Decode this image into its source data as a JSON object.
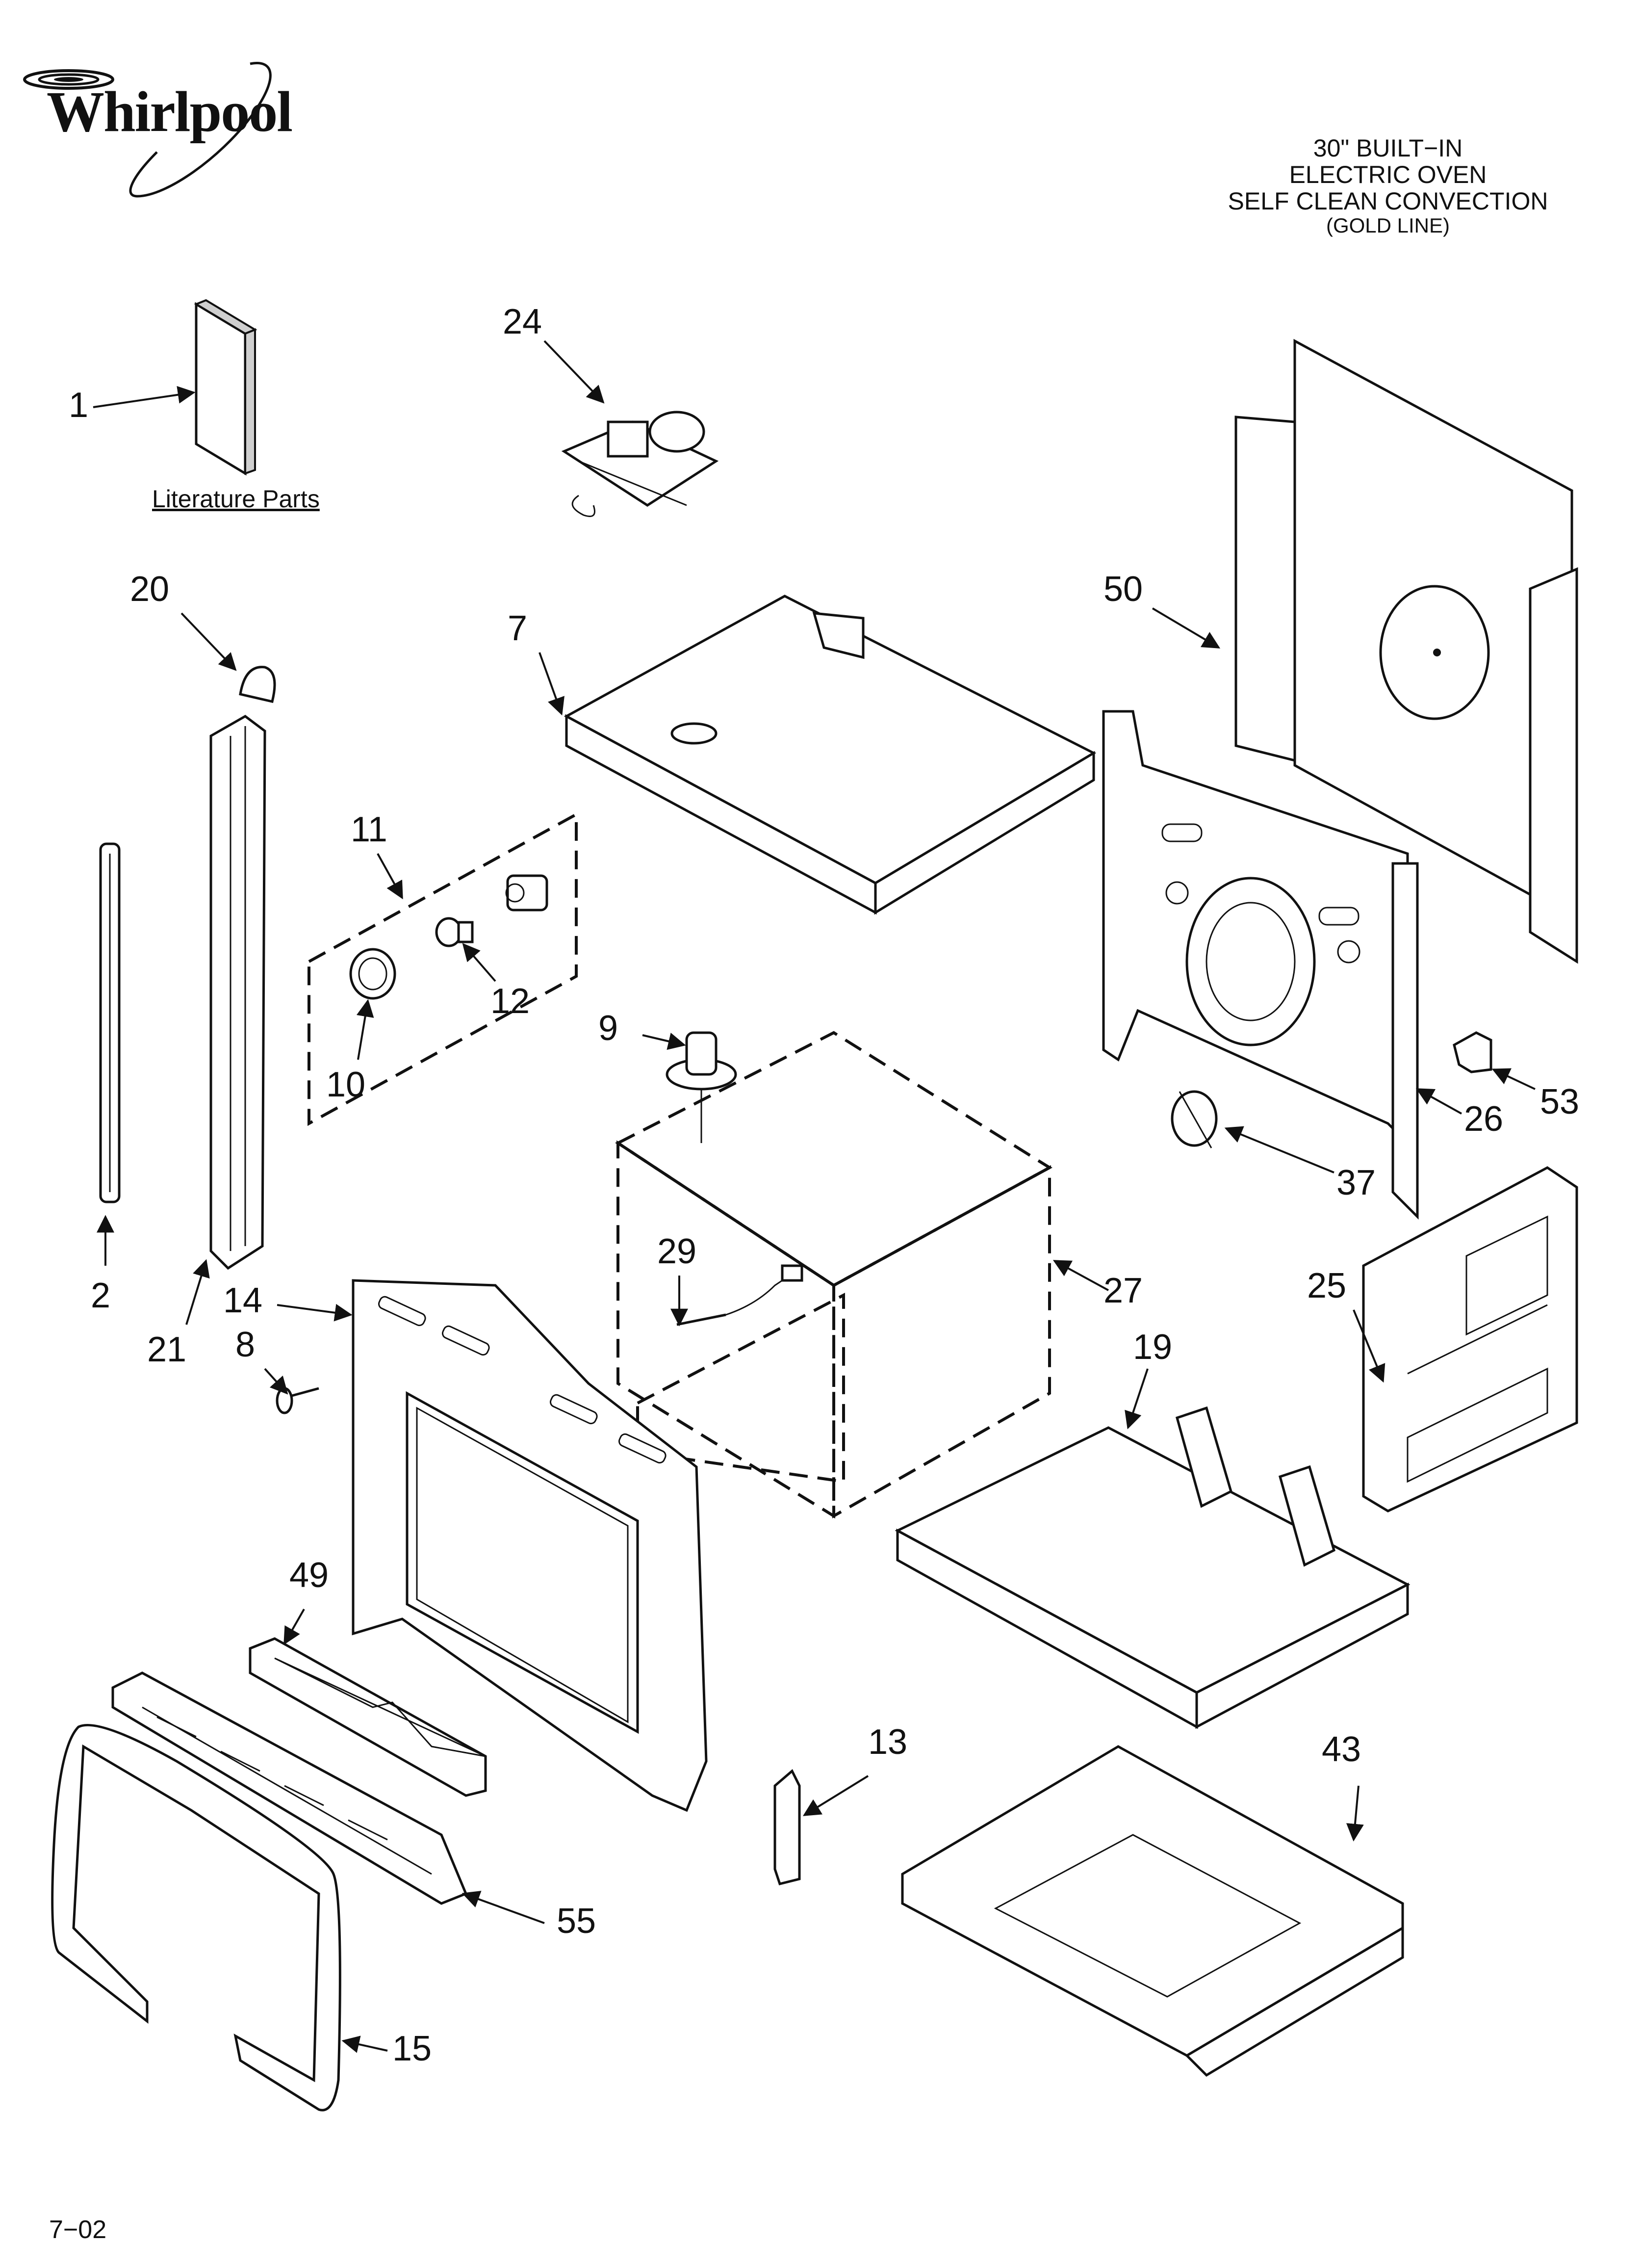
{
  "brand": {
    "logo_text": "Whirlpool",
    "color": "#111111"
  },
  "title": {
    "line1": "30\" BUILT−IN",
    "line2": "ELECTRIC OVEN",
    "line3": "SELF CLEAN CONVECTION",
    "line4": "(GOLD LINE)"
  },
  "literature_label": "Literature Parts",
  "footer": "7−02",
  "callouts": [
    "1",
    "24",
    "50",
    "20",
    "7",
    "11",
    "12",
    "10",
    "9",
    "53",
    "26",
    "37",
    "29",
    "27",
    "25",
    "2",
    "21",
    "14",
    "8",
    "19",
    "49",
    "13",
    "43",
    "55",
    "15"
  ]
}
